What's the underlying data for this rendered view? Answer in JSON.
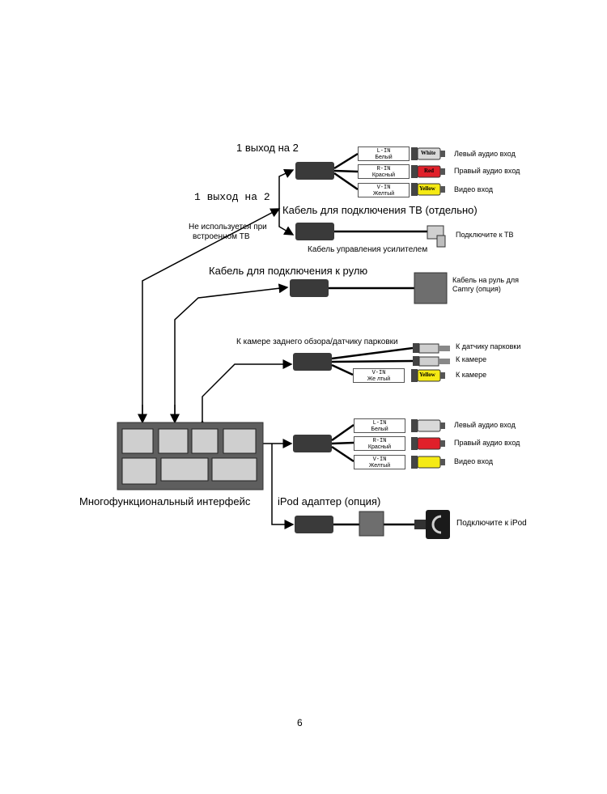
{
  "top_section": {
    "out_1_of_2_a": "1 выход на 2",
    "out_1_of_2_b": "1 выход на  2",
    "not_used_line1": "Не используется при",
    "not_used_line2": "встроенном ТВ",
    "tv_cable": "Кабель для подключения ТВ (отдельно)",
    "amp_cable": "Кабель управления усилителем",
    "connect_tv": "Подключите к ТВ"
  },
  "audio_group_1": {
    "rows": [
      {
        "code": "L-IN",
        "color_name": "Белый",
        "plug": "White",
        "desc": "Левый аудио вход",
        "color": "#d9d9d9"
      },
      {
        "code": "R-IN",
        "color_name": "Красный",
        "plug": "Red",
        "desc": "Правый аудио вход",
        "color": "#e0202a"
      },
      {
        "code": "V-IN",
        "color_name": "Желтый",
        "plug": "Yellow",
        "desc": "Видео вход",
        "color": "#f5ea14"
      }
    ]
  },
  "steering": {
    "title": "Кабель для подключения к рулю",
    "box_line1": "Кабель на руль для",
    "box_line2": "Camry (опция)"
  },
  "camera": {
    "title": "К камере заднего обзора/датчику парковки",
    "parking": "К датчику парковки",
    "camera1": "К камере",
    "camera2": "К камере",
    "code": "V-IN",
    "color_name": "Же лтый",
    "plug": "Yellow"
  },
  "audio_group_2": {
    "rows": [
      {
        "code": "L-IN",
        "color_name": "Белый",
        "desc": "Левый аудио вход",
        "color": "#d9d9d9"
      },
      {
        "code": "R-IN",
        "color_name": "Красный",
        "desc": "Правый аудио вход",
        "color": "#e0202a"
      },
      {
        "code": "V-IN",
        "color_name": "Желтый",
        "desc": "Видео вход",
        "color": "#f5ea14"
      }
    ]
  },
  "interface_label": "Многофункциональный интерфейс",
  "ipod": {
    "title": "iPod адаптер (опция)",
    "connect": "Подключите к iPod"
  },
  "page_number": "6",
  "colors": {
    "line": "#000000",
    "connector": "#3a3a3a",
    "module": "#5e5e5e",
    "slot": "#cfcfcf",
    "white_plug": "#d9d9d9",
    "red_plug": "#e0202a",
    "yellow_plug": "#f5ea14"
  }
}
